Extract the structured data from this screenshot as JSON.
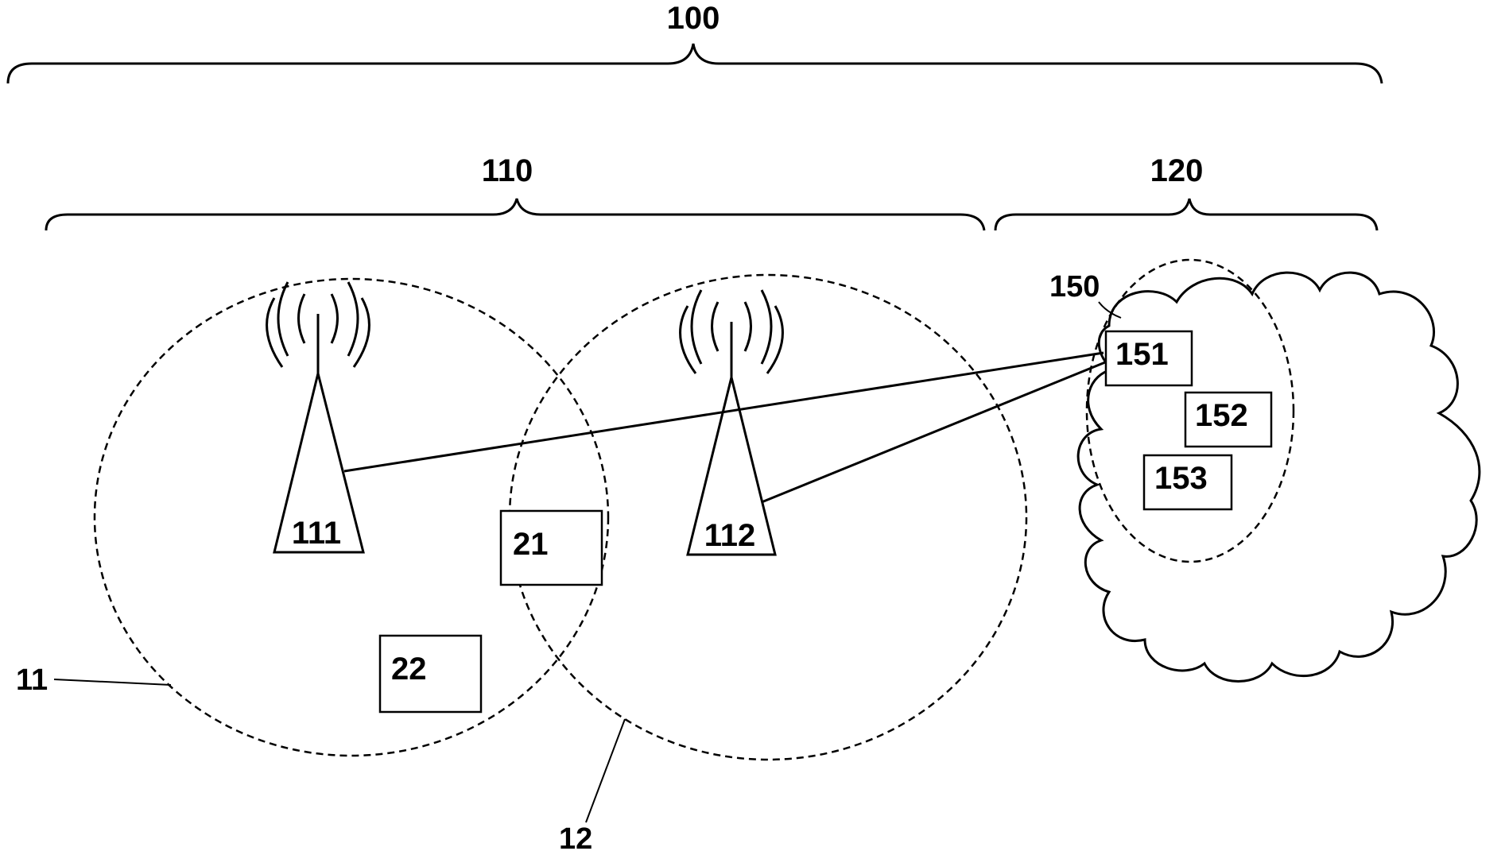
{
  "labels": {
    "system": "100",
    "radio_network": "110",
    "core_network": "120",
    "cell_1": "11",
    "cell_2": "12",
    "node_group": "150",
    "base_station_1": "111",
    "base_station_2": "112",
    "device_21": "21",
    "device_22": "22",
    "node_151": "151",
    "node_152": "152",
    "node_153": "153"
  }
}
